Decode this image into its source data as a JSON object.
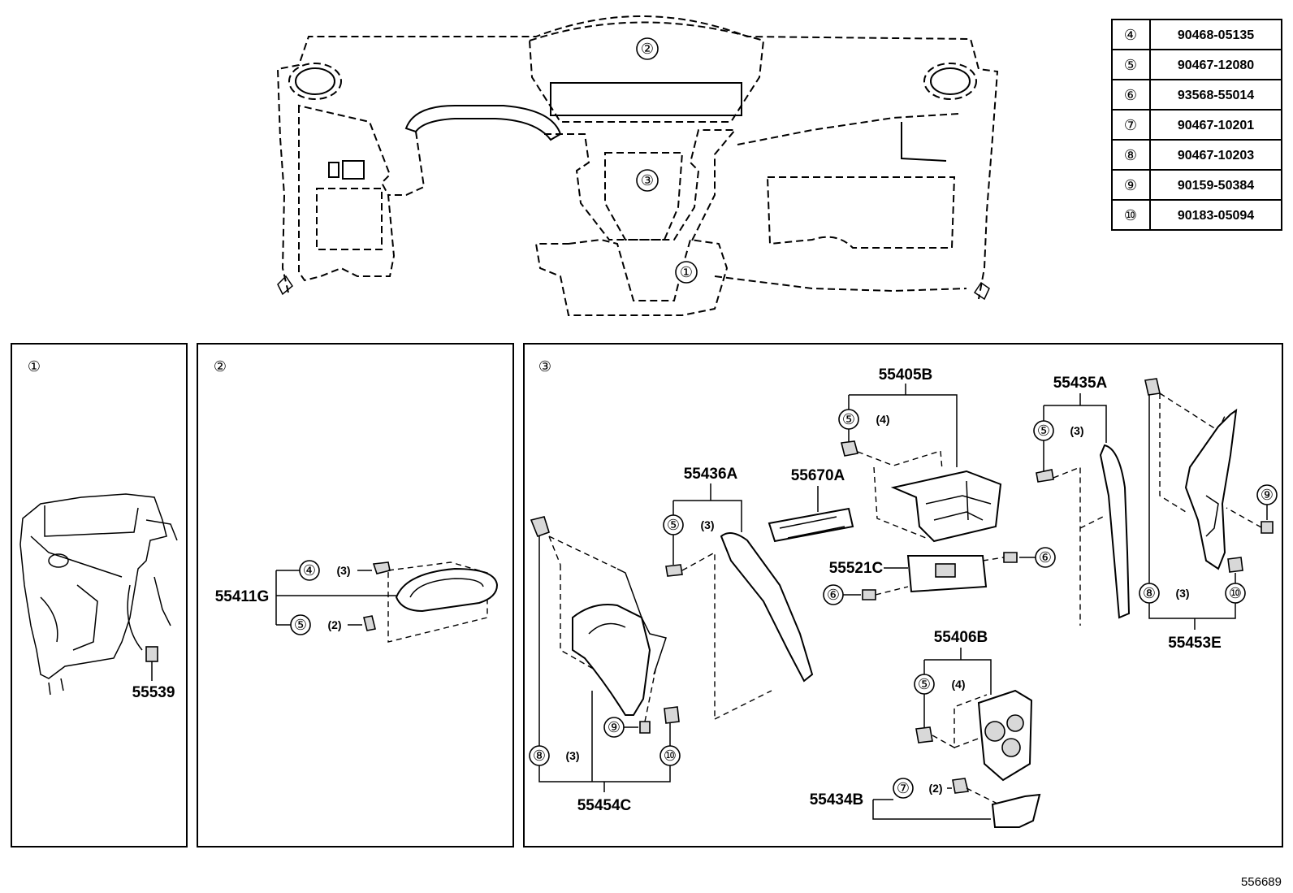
{
  "diagram_id": "556689",
  "overview": {
    "area_callouts": [
      "①",
      "②",
      "③"
    ]
  },
  "fastener_table": [
    {
      "ref": "④",
      "part": "90468-05135"
    },
    {
      "ref": "⑤",
      "part": "90467-12080"
    },
    {
      "ref": "⑥",
      "part": "93568-55014"
    },
    {
      "ref": "⑦",
      "part": "90467-10201"
    },
    {
      "ref": "⑧",
      "part": "90467-10203"
    },
    {
      "ref": "⑨",
      "part": "90159-50384"
    },
    {
      "ref": "⑩",
      "part": "90183-05094"
    }
  ],
  "panel1": {
    "label": "①",
    "parts": {
      "p55539": "55539"
    }
  },
  "panel2": {
    "label": "②",
    "parts": {
      "p55411G": "55411G"
    },
    "fasteners": [
      {
        "ref": "④",
        "qty": "(3)"
      },
      {
        "ref": "⑤",
        "qty": "(2)"
      }
    ]
  },
  "panel3": {
    "label": "③",
    "parts": {
      "p55405B": "55405B",
      "p55435A": "55435A",
      "p55436A": "55436A",
      "p55670A": "55670A",
      "p55521C": "55521C",
      "p55406B": "55406B",
      "p55434B": "55434B",
      "p55454C": "55454C",
      "p55453E": "55453E"
    },
    "fasteners": {
      "f55405B": {
        "ref": "⑤",
        "qty": "(4)"
      },
      "f55435A": {
        "ref": "⑤",
        "qty": "(3)"
      },
      "f55436A": {
        "ref": "⑤",
        "qty": "(3)"
      },
      "f55406B": {
        "ref": "⑤",
        "qty": "(4)"
      },
      "f55434B": {
        "ref": "⑦",
        "qty": "(2)"
      },
      "f55454C_8": {
        "ref": "⑧",
        "qty": "(3)"
      },
      "f55454C_9": {
        "ref": "⑨"
      },
      "f55454C_10": {
        "ref": "⑩"
      },
      "f55453E_8": {
        "ref": "⑧",
        "qty": "(3)"
      },
      "f55453E_9": {
        "ref": "⑨"
      },
      "f55453E_10": {
        "ref": "⑩"
      },
      "f55521C_left": {
        "ref": "⑥"
      },
      "f55521C_right": {
        "ref": "⑥"
      }
    }
  }
}
